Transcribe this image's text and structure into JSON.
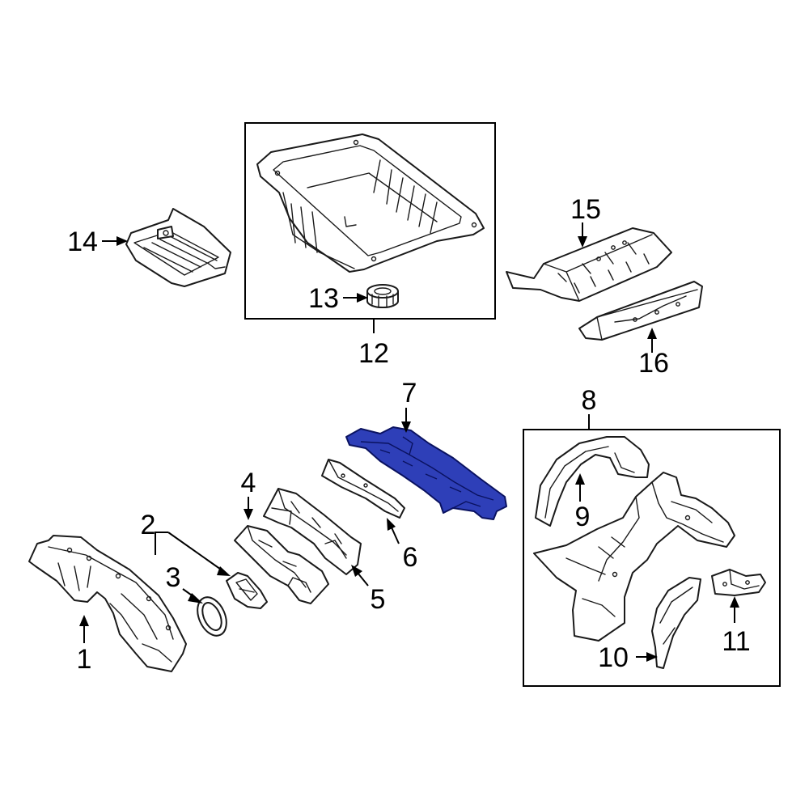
{
  "diagram": {
    "highlight_color": "#2e3fb8",
    "callouts": [
      {
        "id": "1",
        "label": "1"
      },
      {
        "id": "2",
        "label": "2"
      },
      {
        "id": "3",
        "label": "3"
      },
      {
        "id": "4",
        "label": "4"
      },
      {
        "id": "5",
        "label": "5"
      },
      {
        "id": "6",
        "label": "6"
      },
      {
        "id": "7",
        "label": "7"
      },
      {
        "id": "8",
        "label": "8"
      },
      {
        "id": "9",
        "label": "9"
      },
      {
        "id": "10",
        "label": "10"
      },
      {
        "id": "11",
        "label": "11"
      },
      {
        "id": "12",
        "label": "12"
      },
      {
        "id": "13",
        "label": "13"
      },
      {
        "id": "14",
        "label": "14"
      },
      {
        "id": "15",
        "label": "15"
      },
      {
        "id": "16",
        "label": "16"
      }
    ]
  }
}
